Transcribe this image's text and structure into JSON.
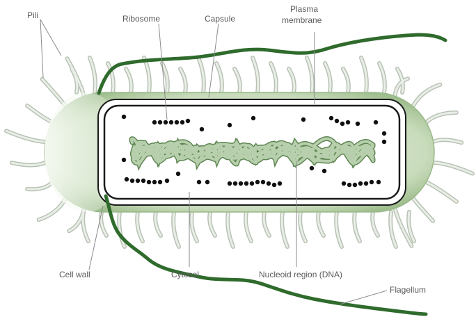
{
  "diagram": {
    "labels": {
      "pili": "Pili",
      "ribosome": "Ribosome",
      "capsule": "Capsule",
      "plasma_membrane_line1": "Plasma",
      "plasma_membrane_line2": "membrane",
      "cell_wall": "Cell wall",
      "cytosol": "Cytosol",
      "nucleoid": "Nucleoid region (DNA)",
      "flagellum": "Flagellum"
    },
    "colors": {
      "capsule_fill": "#c9dcbc",
      "capsule_glow": "#f3f8ef",
      "flagellum": "#2f6b2c",
      "pili": "#b8c2b4",
      "dna": "#7ea070",
      "ribosome": "#111111",
      "membrane": "#1a1a1a",
      "leader_line": "#8a8a8a"
    },
    "icons": {
      "pili": "pilus-strand",
      "ribosome": "ribosome-dot",
      "dna": "dna-strand",
      "flagellum": "flagellum-tail"
    }
  }
}
